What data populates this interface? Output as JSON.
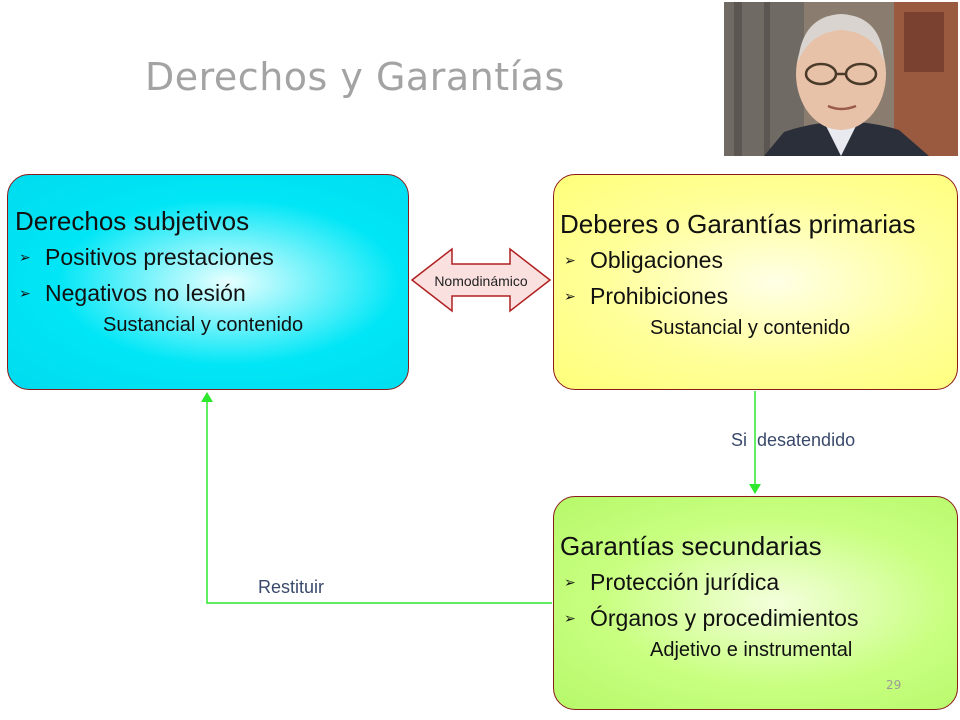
{
  "title": "Derechos y Garantías",
  "boxes": {
    "subjetivos": {
      "heading": "Derechos subjetivos",
      "items": [
        "Positivos prestaciones",
        "Negativos no lesión"
      ],
      "sub": "Sustancial y contenido"
    },
    "primarias": {
      "heading": "Deberes o Garantías primarias",
      "items": [
        "Obligaciones",
        "Prohibiciones"
      ],
      "sub": "Sustancial y contenido"
    },
    "secundarias": {
      "heading": "Garantías secundarias",
      "items": [
        "Protección jurídica",
        "Órganos y procedimientos"
      ],
      "sub": "Adjetivo e instrumental"
    }
  },
  "connectors": {
    "double_arrow": "Nomodinámico",
    "down": "Si  desatendido",
    "back": "Restituir"
  },
  "page_number": "29",
  "colors": {
    "box_subjetivos": "#00e6f6",
    "box_primarias": "#ffff99",
    "box_secundarias": "#c8ff80",
    "box_border": "#8b1a1a",
    "arrow_green": "#2ee82e",
    "double_arrow_fill": "#fbe0e0"
  }
}
